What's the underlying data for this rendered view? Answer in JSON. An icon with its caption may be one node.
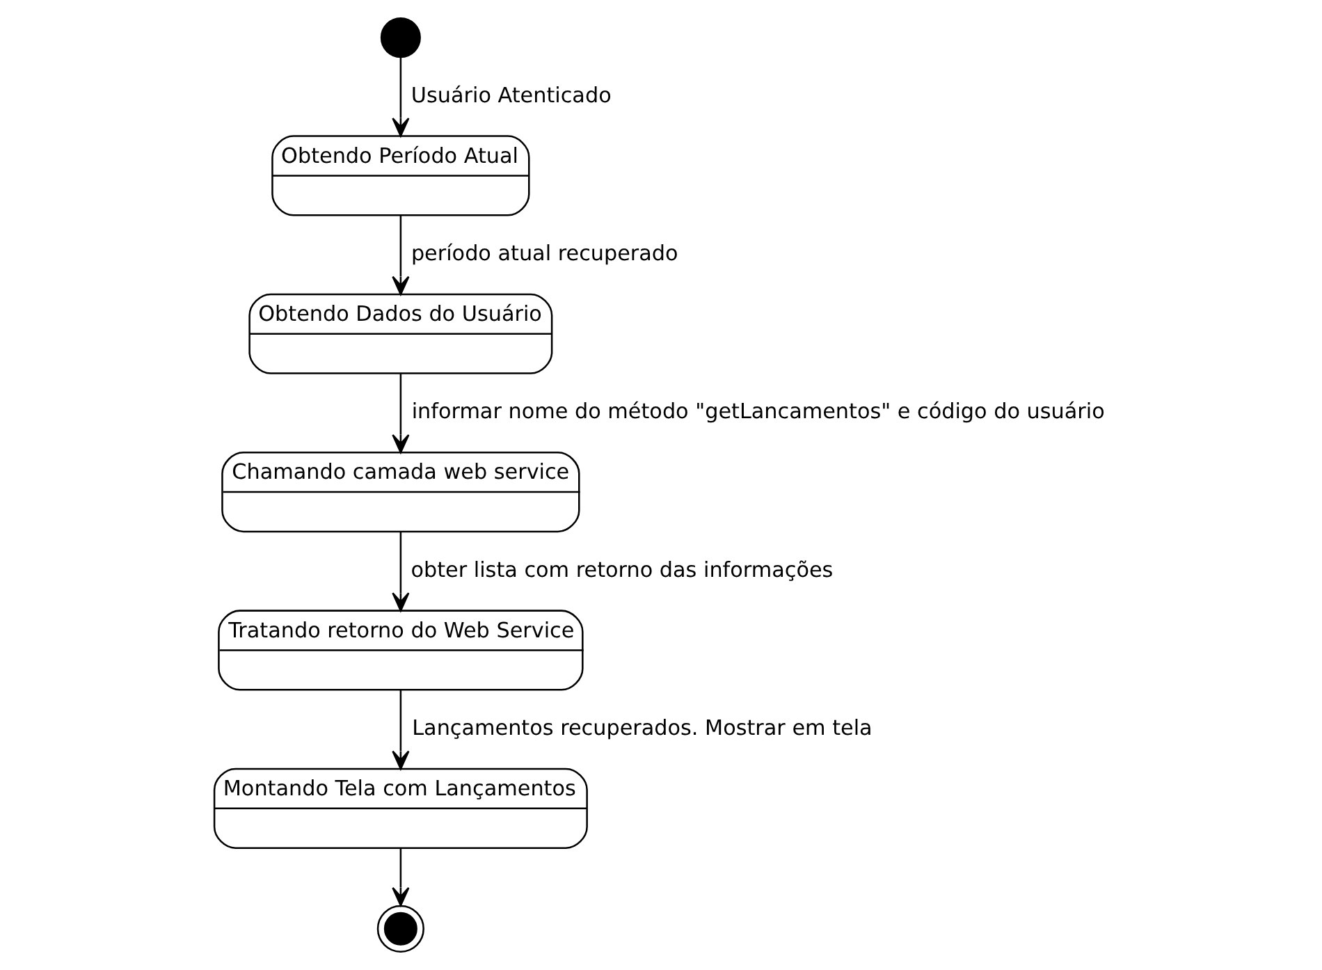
{
  "diagram": {
    "nodes": [
      {
        "text": [],
        "shape": "circle"
      },
      {
        "text": [
          "Obtendo Período Atual"
        ]
      },
      {
        "text": [
          "Obtendo Dados do Usuário"
        ]
      },
      {
        "text": [
          "Chamando camada web service"
        ]
      },
      {
        "text": [
          "Tratando retorno do Web Service"
        ]
      },
      {
        "text": [
          "Montando Tela com Lançamentos"
        ]
      },
      {
        "text": [],
        "shape": "bullseye"
      }
    ],
    "edges": [
      {
        "from": 0,
        "to": 1,
        "arrow": "to",
        "label": "Usuário Atenticado"
      },
      {
        "from": 1,
        "to": 2,
        "arrow": "to",
        "label": "período atual recuperado"
      },
      {
        "from": 2,
        "to": 3,
        "arrow": "to",
        "label": "informar nome do método \"getLancamentos\" e código do usuário"
      },
      {
        "from": 3,
        "to": 4,
        "arrow": "to",
        "label": "obter lista com retorno das informações"
      },
      {
        "from": 4,
        "to": 5,
        "arrow": "to",
        "label": "Lançamentos recuperados. Mostrar em tela"
      },
      {
        "from": 5,
        "to": 6,
        "arrow": "to"
      }
    ]
  }
}
